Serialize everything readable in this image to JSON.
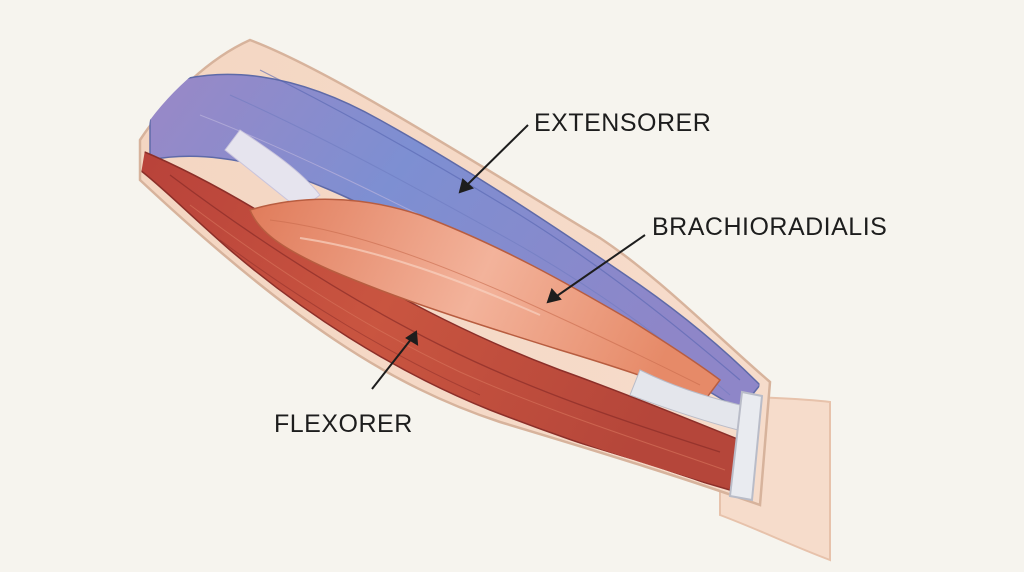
{
  "labels": {
    "extensors": "EXTENSORER",
    "brachioradialis": "BRACHIORADIALIS",
    "flexors": "FLEXORER"
  },
  "colors": {
    "background": "#f6f4ee",
    "skin": "#f5d8c4",
    "extensor_blue": "#7f8fd0",
    "brachioradialis_orange": "#e98a66",
    "flexor_red": "#bf4a3a",
    "tendon": "#e4e6ec"
  }
}
